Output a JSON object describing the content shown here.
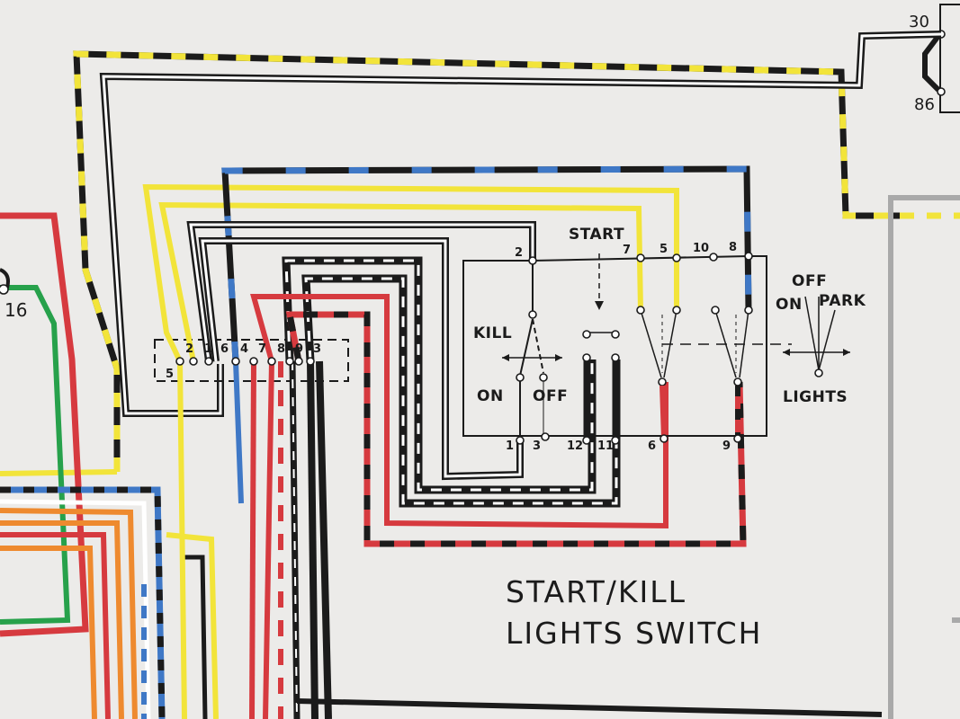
{
  "wire_colors": {
    "black": "#1b1b1b",
    "yellow": "#f2e43a",
    "blue": "#3f78c6",
    "red": "#d63a3f",
    "green": "#27a14b",
    "orange": "#ee8a2f",
    "white": "#ffffff",
    "gray": "#a9a9a9"
  },
  "relay": {
    "pin_top": "30",
    "pin_bottom": "86"
  },
  "left_connector": {
    "pin": "16"
  },
  "connector": {
    "pins": [
      "5",
      "2",
      "1",
      "6",
      "4",
      "7",
      "8",
      "9",
      "3"
    ]
  },
  "switch": {
    "terminals_top": [
      "2",
      "7",
      "5",
      "10",
      "8"
    ],
    "terminals_bottom": [
      "1",
      "3",
      "12",
      "11",
      "6",
      "9"
    ],
    "labels": {
      "kill": "KILL",
      "on": "ON",
      "off": "OFF",
      "start": "START",
      "lights_off": "OFF",
      "lights_on": "ON",
      "lights_park": "PARK",
      "lights": "LIGHTS"
    }
  },
  "title": {
    "line1": "START/KILL",
    "line2": "LIGHTS SWITCH"
  }
}
